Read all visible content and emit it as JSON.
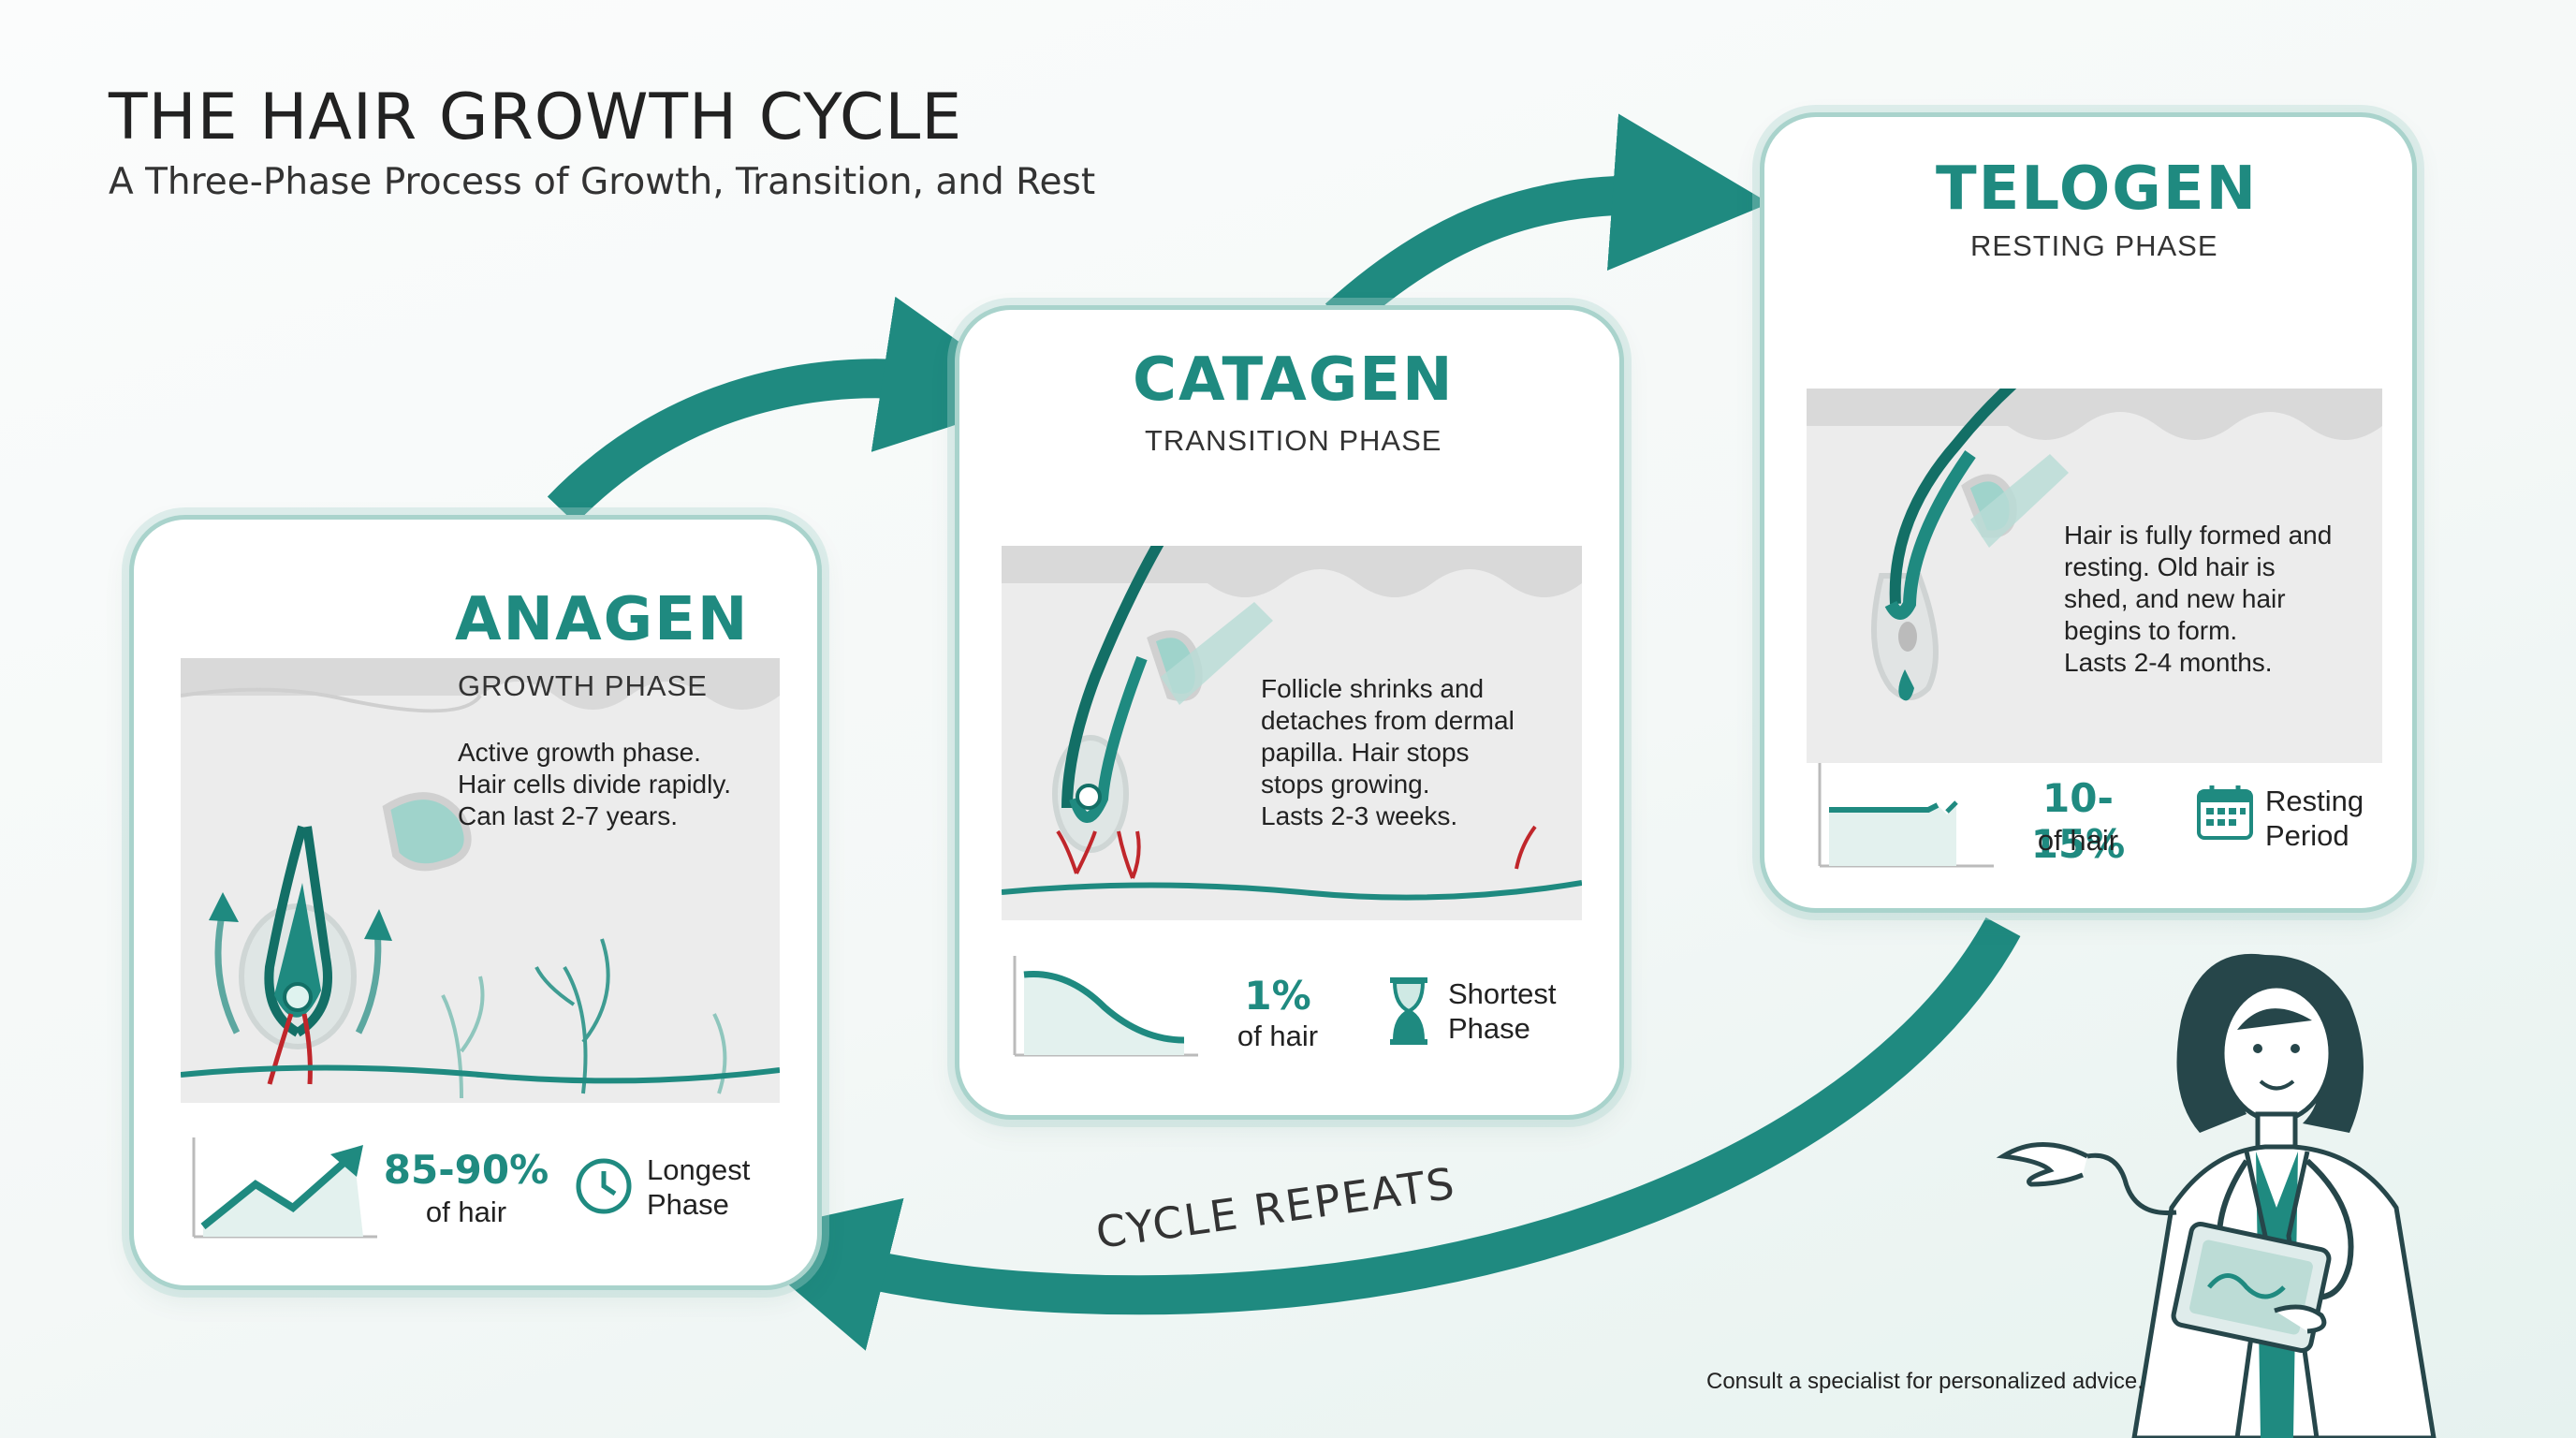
{
  "header": {
    "title": "THE HAIR GROWTH CYCLE",
    "subtitle": "A Three-Phase Process of Growth, Transition, and Rest"
  },
  "phases": [
    {
      "name": "ANAGEN",
      "subtitle": "GROWTH PHASE",
      "description": [
        "Active growth phase.",
        "Hair cells divide rapidly.",
        "Can last 2-7 years."
      ],
      "percent": "85-90%",
      "percent_label": "of hair",
      "duration": [
        "Longest",
        "Phase"
      ],
      "duration_icon": "clock-icon",
      "trend_icon": "growth-trend-icon"
    },
    {
      "name": "CATAGEN",
      "subtitle": "TRANSITION PHASE",
      "description": [
        "Follicle shrinks and",
        "detaches from dermal",
        "papilla. Hair stops",
        "stops growing.",
        "Lasts 2-3 weeks."
      ],
      "percent": "1%",
      "percent_label": "of hair",
      "duration": [
        "Shortest",
        "Phase"
      ],
      "duration_icon": "hourglass-icon",
      "trend_icon": "decline-trend-icon"
    },
    {
      "name": "TELOGEN",
      "subtitle": "RESTING PHASE",
      "description": [
        "Hair is fully formed and",
        "resting. Old hair is",
        "shed, and new hair",
        "begins to form.",
        "Lasts 2-4 months."
      ],
      "percent": "10-15%",
      "percent_label": "of hair",
      "duration": [
        "Resting",
        "Period"
      ],
      "duration_icon": "calendar-icon",
      "trend_icon": "flat-trend-icon"
    }
  ],
  "cycle_label": "CYCLE REPEATS",
  "footnote": "Consult a specialist for personalized advice.",
  "colors": {
    "teal": "#1f8a80",
    "dark_teal": "#136f66",
    "card_border": "#a9d3cc",
    "skin": "#e7e7e7",
    "vessel": "#c0262b"
  }
}
